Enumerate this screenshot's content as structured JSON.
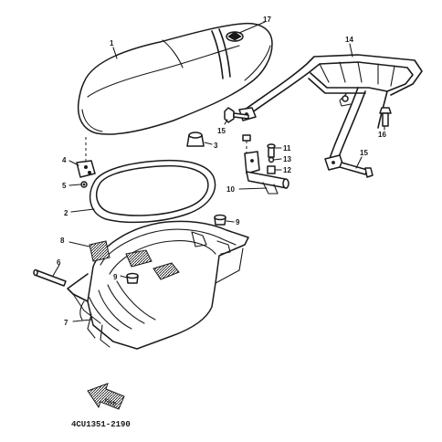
{
  "callouts": {
    "c1": "1",
    "c2": "2",
    "c3": "3",
    "c4": "4",
    "c5": "5",
    "c6": "6",
    "c7": "7",
    "c8": "8",
    "c9a": "9",
    "c9b": "9",
    "c10": "10",
    "c11": "11",
    "c12": "12",
    "c13": "13",
    "c14": "14",
    "c15a": "15",
    "c15b": "15",
    "c16": "16",
    "c17": "17"
  },
  "fwd_label": "FWD",
  "drawing_code": "4CU1351-2190"
}
